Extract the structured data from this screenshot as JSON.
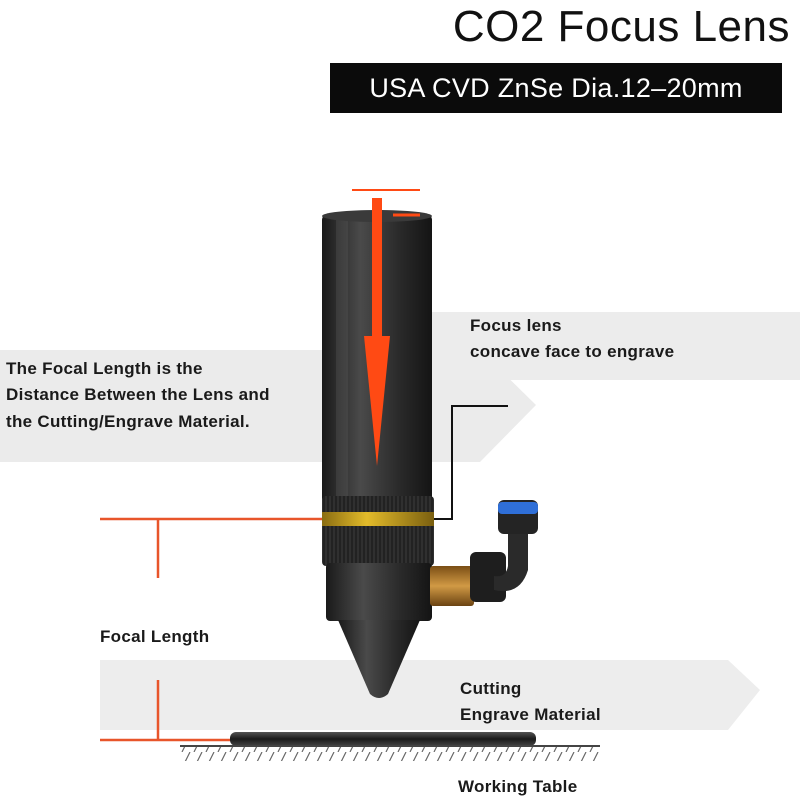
{
  "header": {
    "title": "CO2 Focus Lens",
    "subtitle": "USA CVD ZnSe Dia.12–20mm"
  },
  "annotations": {
    "focal_definition": [
      "The Focal Length is the",
      "Distance Between the Lens and",
      "the Cutting/Engrave Material."
    ],
    "focus_lens": [
      "Focus lens",
      "concave face to engrave"
    ],
    "focal_length": "Focal Length",
    "material": [
      "Cutting",
      "Engrave Material"
    ],
    "table": "Working Table"
  },
  "colors": {
    "laser_beam": "#ff4a14",
    "guide_line": "#e8552a",
    "lens_ring": "#c9a21b",
    "tube": "#2b2b2b",
    "air_fitting": "#2f6fd8",
    "brass": "#b07a2a"
  },
  "icons": [
    "laser-beam-arrow-icon",
    "laser-head-icon",
    "air-assist-fitting-icon",
    "working-table-hatch-icon"
  ]
}
